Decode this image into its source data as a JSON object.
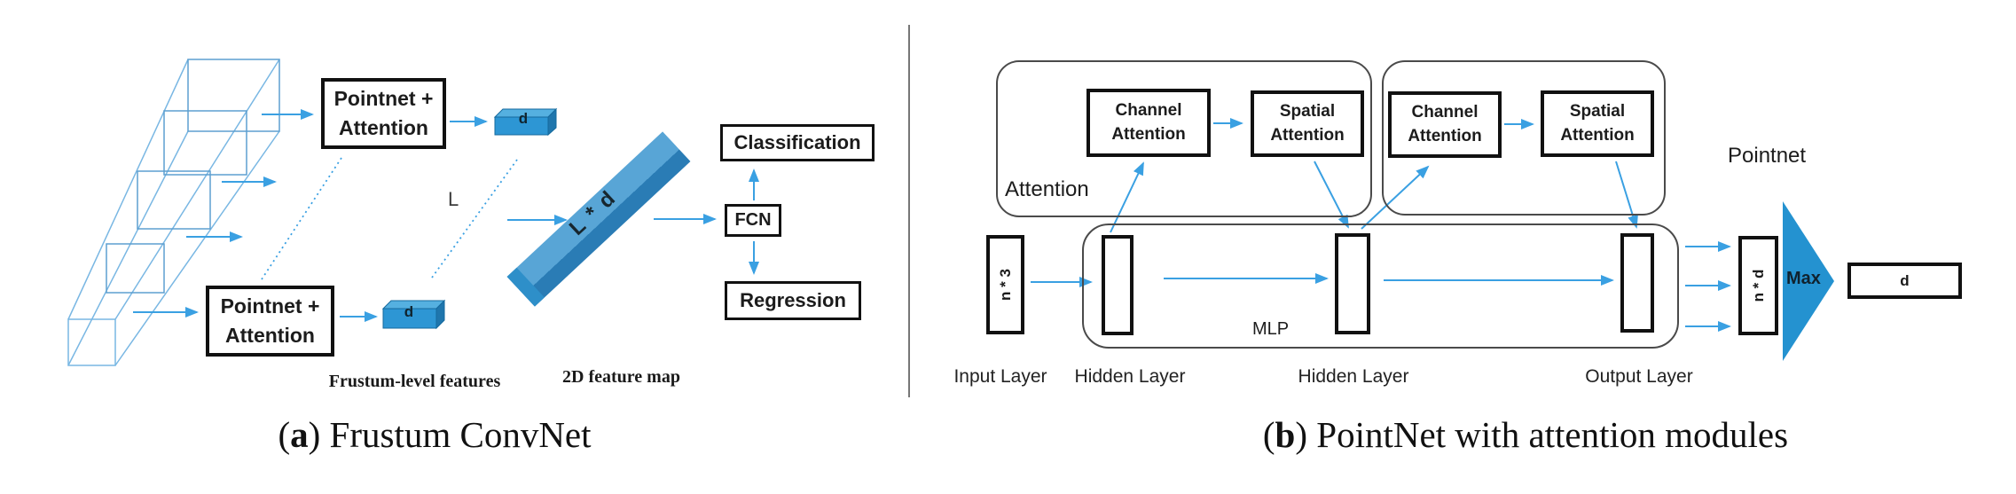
{
  "colors": {
    "arrow": "#3aa0e2",
    "wireframe": "#79b7e3",
    "bar_light": "#58a5d6",
    "bar_dark": "#2a7cb5",
    "dbox_front": "#2d96d4",
    "dbox_top": "#55b0e0",
    "dbox_side": "#1f76ad",
    "max_triangle": "#2492d0"
  },
  "panel_a": {
    "pointnet_top": {
      "line1": "Pointnet +",
      "line2": "Attention"
    },
    "pointnet_bottom": {
      "line1": "Pointnet +",
      "line2": "Attention"
    },
    "d_top": "d",
    "d_bottom": "d",
    "l_label": "L",
    "bar_label": "L * d",
    "classification": "Classification",
    "fcn": "FCN",
    "regression": "Regression",
    "frustum_features": "Frustum-level features",
    "feature_map": "2D feature map",
    "cap_open": "(",
    "cap_letter": "a",
    "cap_close": ") ",
    "caption": "Frustum ConvNet"
  },
  "panel_b": {
    "module1": {
      "channel_line1": "Channel",
      "channel_line2": "Attention",
      "spatial_line1": "Spatial",
      "spatial_line2": "Attention"
    },
    "module2": {
      "channel_line1": "Channel",
      "channel_line2": "Attention",
      "spatial_line1": "Spatial",
      "spatial_line2": "Attention"
    },
    "attention_label": "Attention",
    "pointnet_label": "Pointnet",
    "input_value": "n * 3",
    "mlp_label": "MLP",
    "nd_value": "n * d",
    "max_label": "Max",
    "d_value": "d",
    "layers": [
      "Input Layer",
      "Hidden Layer",
      "Hidden Layer",
      "Output Layer"
    ],
    "cap_open": "(",
    "cap_letter": "b",
    "cap_close": ") ",
    "caption": "PointNet with attention modules"
  }
}
